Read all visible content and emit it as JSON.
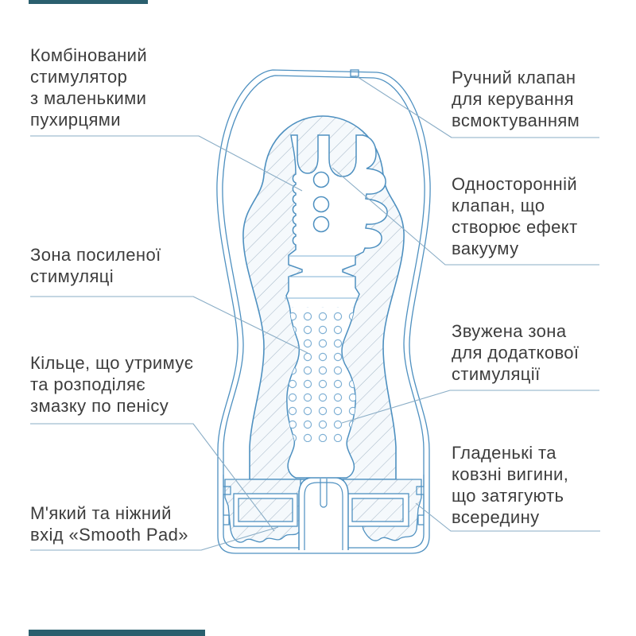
{
  "figure_title": "Annotated cross-section diagram",
  "colors": {
    "outline": "#4e90c0",
    "outline-light": "#7fb0d4",
    "hatch": "#a9bac9",
    "leader": "#8aadc6",
    "text": "#3d3d3d",
    "sliver": "#2a5f6e",
    "sleeve-fill": "#f5f9fc"
  },
  "labels": {
    "combined_stimulator": "Комбінований\nстимулятор\nз маленькими\nпухирцями",
    "manual_valve": "Ручний клапан\nдля керування\nвсмоктуванням",
    "one_way_valve": "Односторонній\nклапан, що\nстворює ефект\nвакууму",
    "intense_zone": "Зона посиленої\nстимуляці",
    "lubrication_ring": "Кільце, що утримує\nта розподіляє\nзмазку по пенісу",
    "narrowed_zone": "Звужена зона\nдля додаткової\nстимуляції",
    "smooth_curves": "Гладенькі та\nковзні вигини,\nщо затягують\nвсередину",
    "smooth_pad": "М'який та ніжний\nвхід «Smooth Pad»"
  }
}
